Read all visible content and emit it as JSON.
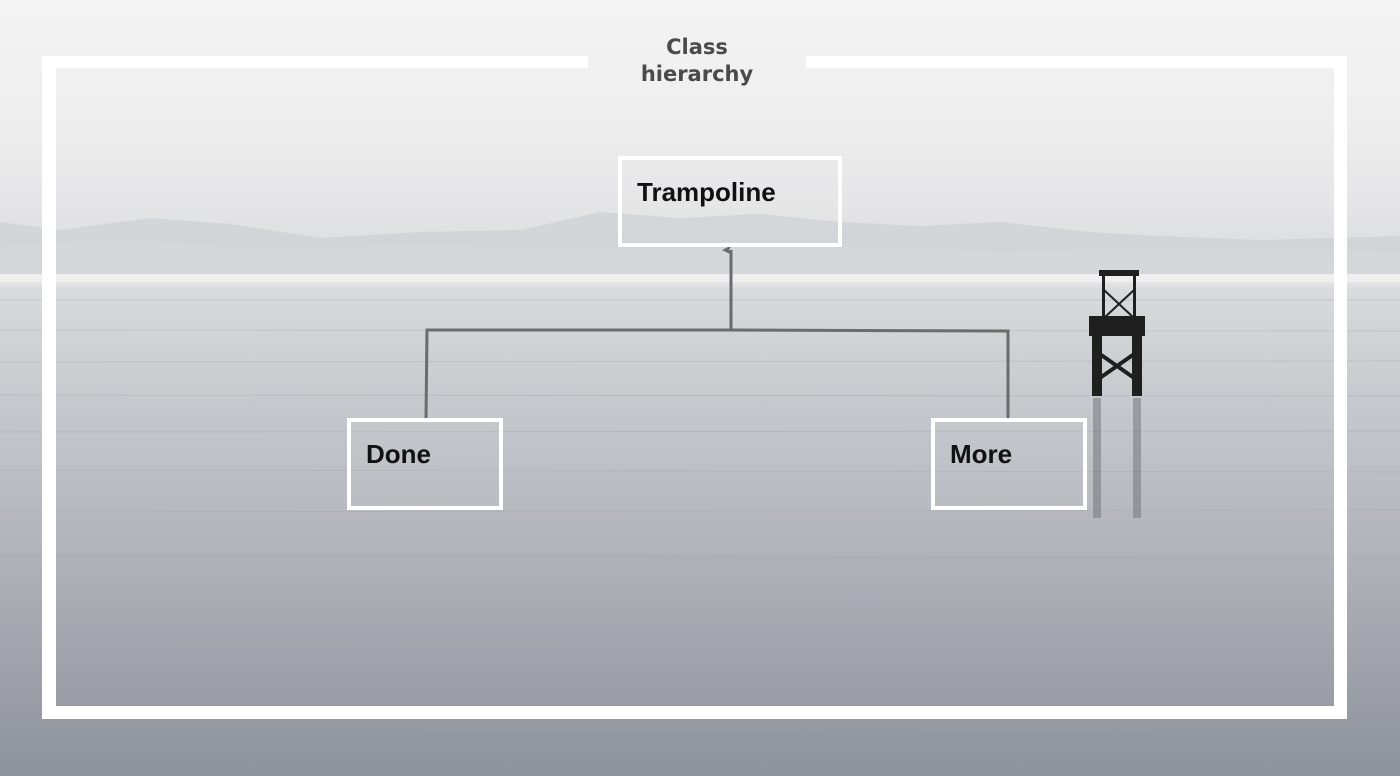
{
  "diagram": {
    "title": "Class\nhierarchy",
    "parent": {
      "label": "Trampoline"
    },
    "children": [
      {
        "label": "Done"
      },
      {
        "label": "More"
      }
    ]
  },
  "colors": {
    "frame": "#ffffff",
    "connector": "#6b6b6b",
    "title_text": "#4a4a4a",
    "node_text": "#111111"
  },
  "icons": [
    "inheritance-arrow-icon"
  ]
}
